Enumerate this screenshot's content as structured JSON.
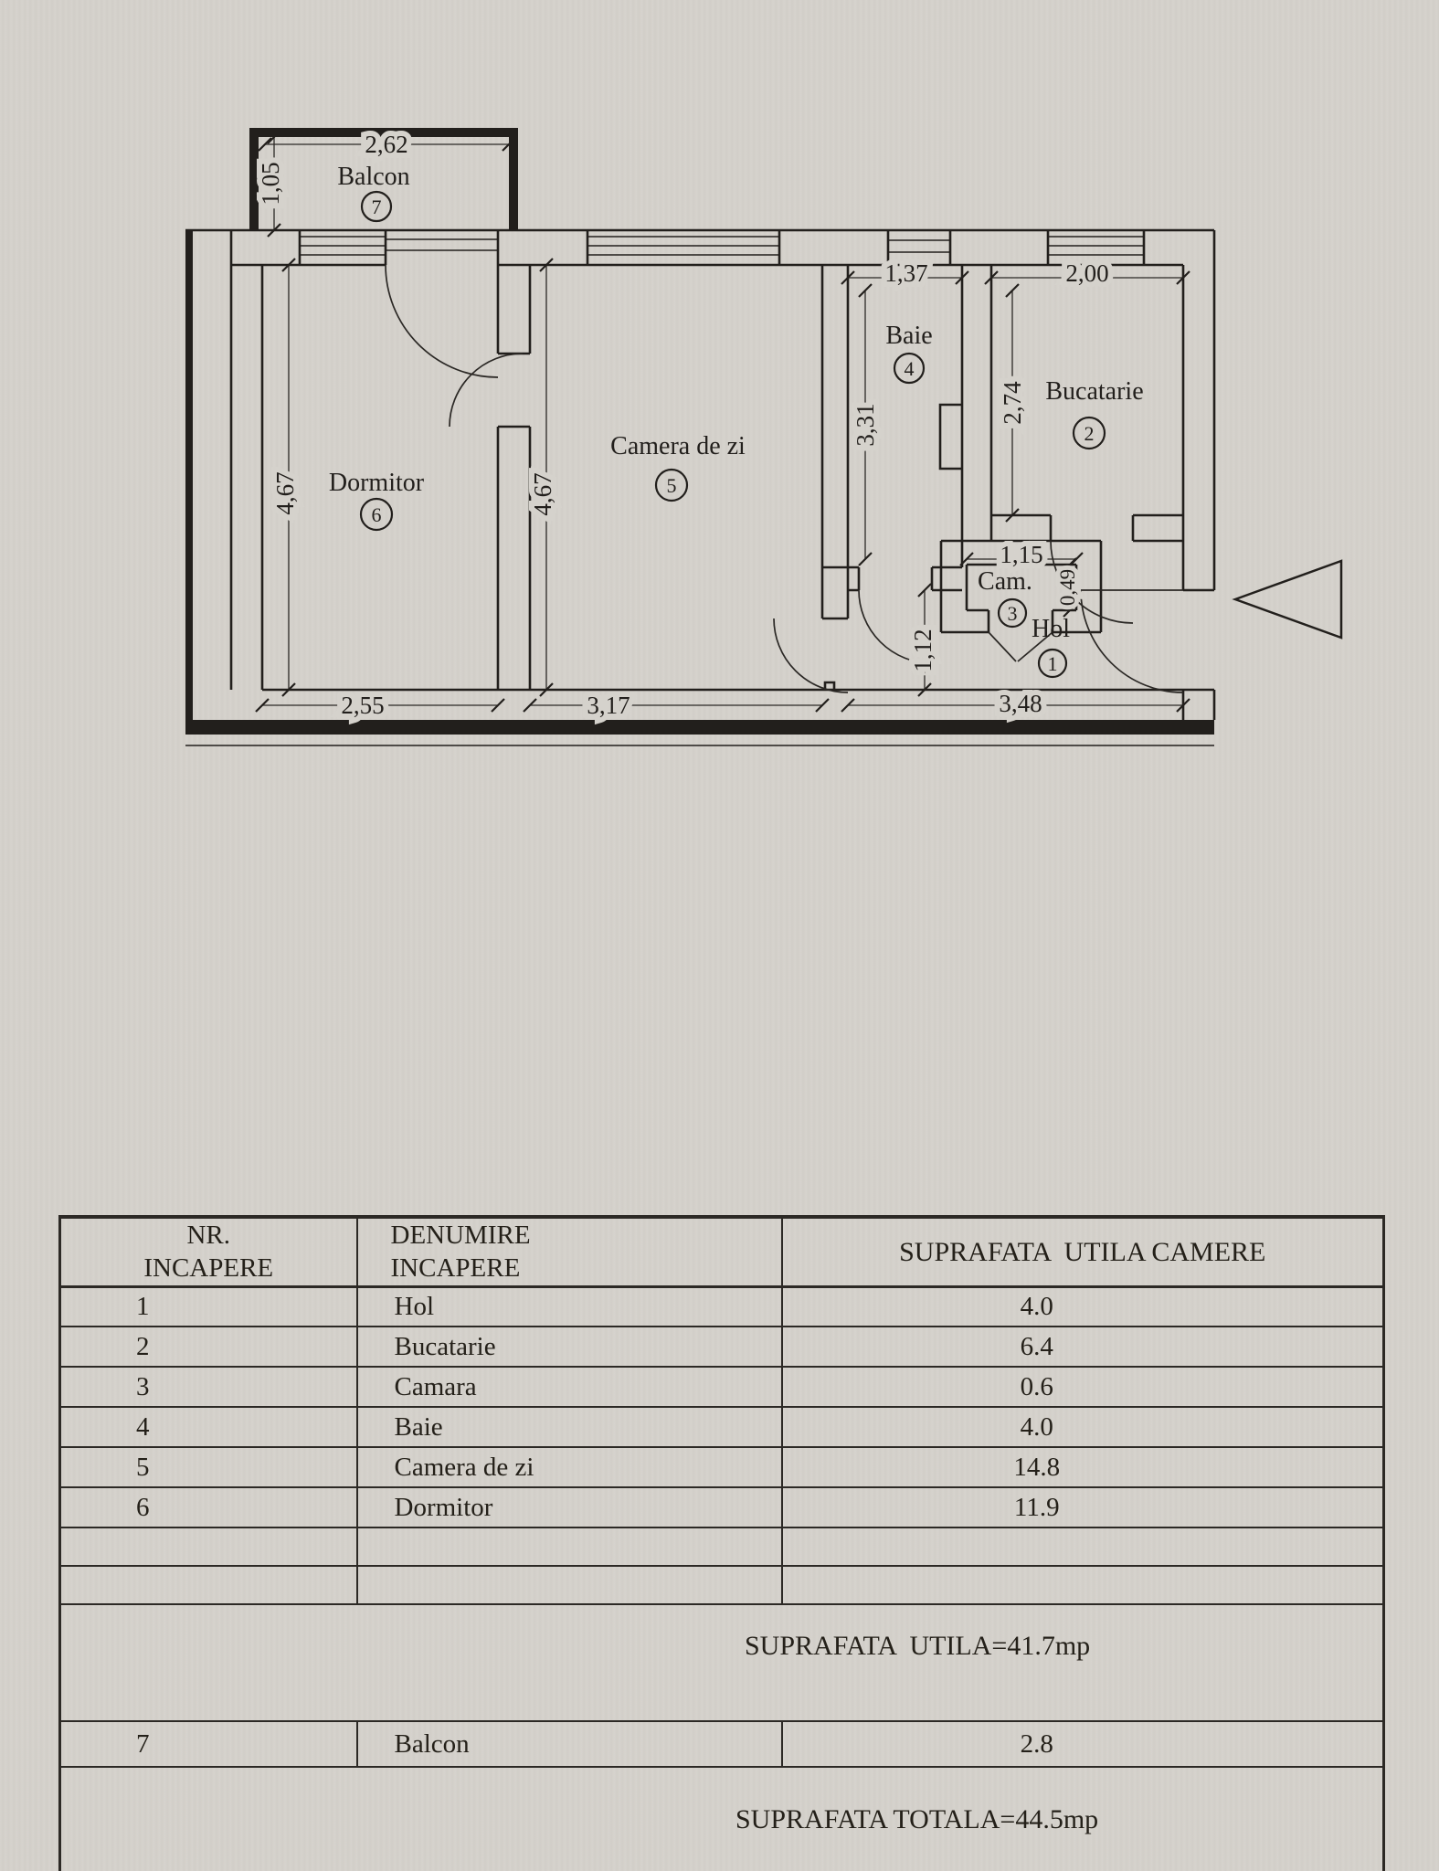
{
  "plan": {
    "labels": {
      "balcon": {
        "name": "Balcon",
        "num": "7"
      },
      "dormitor": {
        "name": "Dormitor",
        "num": "6"
      },
      "camera": {
        "name": "Camera de zi",
        "num": "5"
      },
      "baie": {
        "name": "Baie",
        "num": "4"
      },
      "bucatarie": {
        "name": "Bucatarie",
        "num": "2"
      },
      "camara": {
        "name": "Cam.",
        "num": "3"
      },
      "hol": {
        "name": "Hol",
        "num": "1"
      }
    },
    "dims": {
      "balcon_w": "2,62",
      "balcon_d": "1,05",
      "dormitor_h": "4,67",
      "camera_h": "4,67",
      "baie_w": "1,37",
      "baie_h": "3,31",
      "bucatarie_w": "2,00",
      "bucatarie_h": "2,74",
      "camara_w": "1,15",
      "camara_d": "0,49",
      "hol_d": "1,12",
      "dormitor_w": "2,55",
      "camera_w": "3,17",
      "hol_w": "3,48"
    }
  },
  "table": {
    "headers": {
      "col1_line1": "NR.",
      "col1_line2": "INCAPERE",
      "col2_line1": "DENUMIRE",
      "col2_line2": "INCAPERE",
      "col3": "SUPRAFATA  UTILA CAMERE"
    },
    "rows": [
      {
        "nr": "1",
        "name": "Hol",
        "area": "4.0"
      },
      {
        "nr": "2",
        "name": "Bucatarie",
        "area": "6.4"
      },
      {
        "nr": "3",
        "name": "Camara",
        "area": "0.6"
      },
      {
        "nr": "4",
        "name": "Baie",
        "area": "4.0"
      },
      {
        "nr": "5",
        "name": "Camera de zi",
        "area": "14.8"
      },
      {
        "nr": "6",
        "name": "Dormitor",
        "area": "11.9"
      }
    ],
    "summary_utila": "SUPRAFATA  UTILA=41.7mp",
    "balcon_row": {
      "nr": "7",
      "name": "Balcon",
      "area": "2.8"
    },
    "summary_totala": "SUPRAFATA TOTALA=44.5mp"
  }
}
